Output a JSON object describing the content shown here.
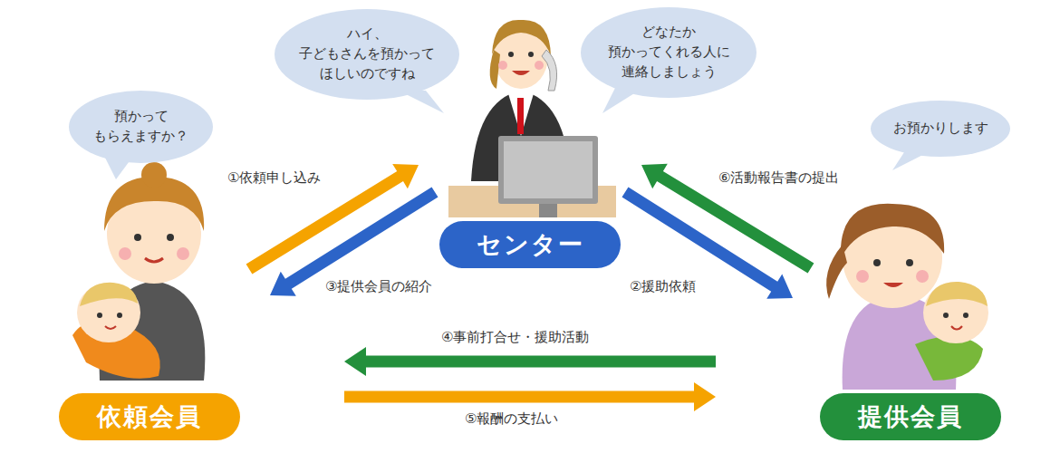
{
  "diagram": {
    "nodes": [
      {
        "text": [
          "ハイ、 子どもさんを預かって ほしいのですね"
        ]
      },
      {
        "text": [
          "どなたか 預かってくれる人に 連絡しましょう"
        ]
      },
      {
        "text": [
          "預かって もらえますか？"
        ]
      },
      {
        "text": [
          "お預かりします"
        ]
      },
      {
        "text": [
          "センター"
        ]
      },
      {
        "text": [
          "依頼会員"
        ]
      },
      {
        "text": [
          "提供会員"
        ]
      }
    ],
    "edges": [
      {
        "from": 5,
        "to": 4,
        "label": "①依頼申し込み",
        "arrow": "to"
      },
      {
        "from": 4,
        "to": 6,
        "label": "②援助依頼",
        "arrow": "to"
      },
      {
        "from": 4,
        "to": 5,
        "label": "③提供会員の紹介",
        "arrow": "to"
      },
      {
        "from": 6,
        "to": 5,
        "label": "④事前打合せ・援助活動",
        "arrow": "to"
      },
      {
        "from": 5,
        "to": 6,
        "label": "⑤報酬の支払い",
        "arrow": "to"
      },
      {
        "from": 6,
        "to": 4,
        "label": "⑥活動報告書の提出",
        "arrow": "to"
      }
    ]
  }
}
